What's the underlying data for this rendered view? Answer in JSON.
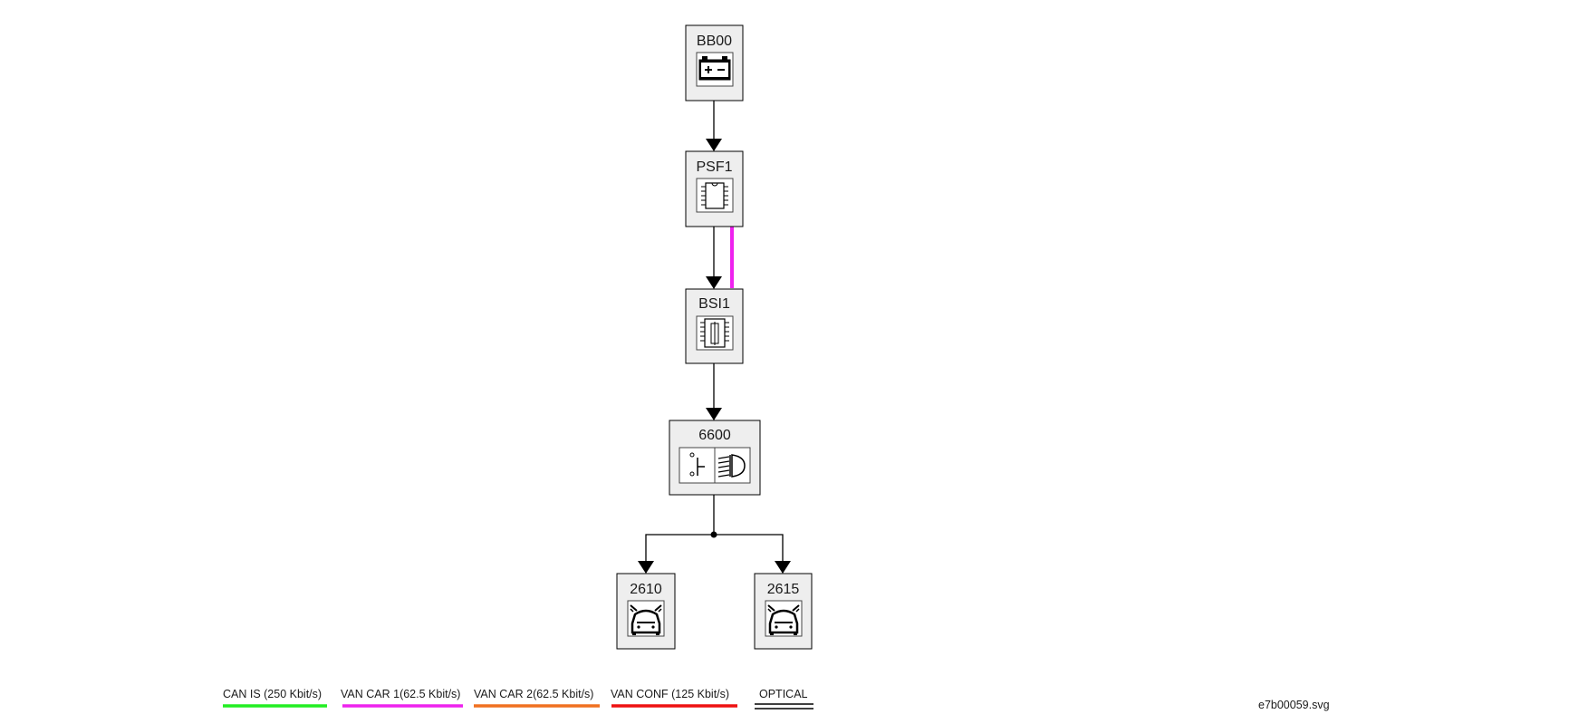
{
  "nodes": {
    "bb00": {
      "code": "BB00",
      "icon": "battery-icon"
    },
    "psf1": {
      "code": "PSF1",
      "icon": "chip-icon"
    },
    "bsi1": {
      "code": "BSI1",
      "icon": "fuse-chip-icon"
    },
    "n6600": {
      "code": "6600",
      "icon": "switch-headlamp-icon"
    },
    "n2610": {
      "code": "2610",
      "icon": "car-headlight-left-icon"
    },
    "n2615": {
      "code": "2615",
      "icon": "car-headlight-right-icon"
    }
  },
  "legend": [
    {
      "label": "CAN IS (250 Kbit/s)",
      "color": "#22ee22",
      "style": "single"
    },
    {
      "label": "VAN CAR 1(62.5 Kbit/s)",
      "color": "#ee22ee",
      "style": "single"
    },
    {
      "label": "VAN CAR 2(62.5 Kbit/s)",
      "color": "#f07020",
      "style": "single"
    },
    {
      "label": "VAN CONF (125 Kbit/s)",
      "color": "#ee1111",
      "style": "single"
    },
    {
      "label": "OPTICAL",
      "color": "#000000",
      "style": "double"
    }
  ],
  "connections": [
    {
      "from": "BB00",
      "to": "PSF1",
      "type": "wire"
    },
    {
      "from": "PSF1",
      "to": "BSI1",
      "type": "wire"
    },
    {
      "from": "PSF1",
      "to": "BSI1",
      "type": "VAN CAR 1(62.5 Kbit/s)",
      "color": "#ee22ee"
    },
    {
      "from": "BSI1",
      "to": "6600",
      "type": "wire"
    },
    {
      "from": "6600",
      "to": "2610",
      "type": "wire"
    },
    {
      "from": "6600",
      "to": "2615",
      "type": "wire"
    }
  ],
  "file_name": "e7b00059.svg"
}
